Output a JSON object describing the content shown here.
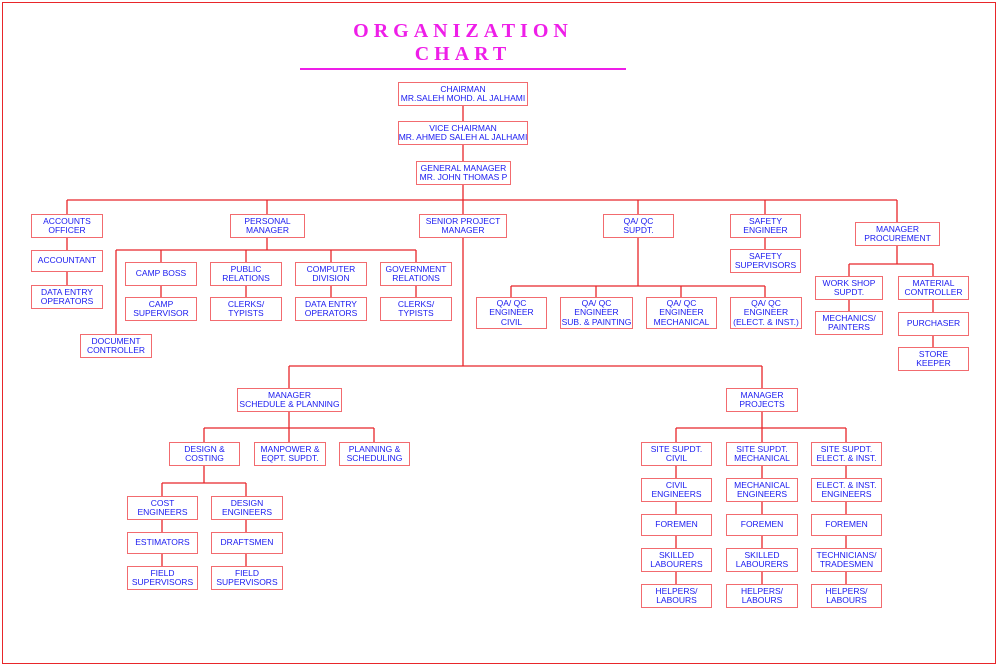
{
  "title": "ORGANIZATION CHART",
  "colors": {
    "title": "#ee1ee8",
    "line": "#e8262a",
    "box_border": "#f26b6f",
    "text": "#1a1af0"
  },
  "nodes": {
    "chairman": [
      "CHAIRMAN",
      "MR.SALEH MOHD. AL JALHAMI"
    ],
    "vice_chairman": [
      "VICE CHAIRMAN",
      "MR. AHMED SALEH AL JALHAMI"
    ],
    "general_manager": [
      "GENERAL MANAGER",
      "MR. JOHN THOMAS P"
    ],
    "accounts_officer": [
      "ACCOUNTS",
      "OFFICER"
    ],
    "accountant": [
      "ACCOUNTANT"
    ],
    "acc_data_entry": [
      "DATA ENTRY",
      "OPERATORS"
    ],
    "personal_manager": [
      "PERSONAL",
      "MANAGER"
    ],
    "camp_boss": [
      "CAMP BOSS"
    ],
    "camp_supervisor": [
      "CAMP",
      "SUPERVISOR"
    ],
    "public_relations": [
      "PUBLIC",
      "RELATIONS"
    ],
    "pr_clerks": [
      "CLERKS/",
      "TYPISTS"
    ],
    "computer_division": [
      "COMPUTER",
      "DIVISION"
    ],
    "cd_data_entry": [
      "DATA ENTRY",
      "OPERATORS"
    ],
    "government_relations": [
      "GOVERNMENT",
      "RELATIONS"
    ],
    "gr_clerks": [
      "CLERKS/",
      "TYPISTS"
    ],
    "document_controller": [
      "DOCUMENT",
      "CONTROLLER"
    ],
    "senior_project_manager": [
      "SENIOR PROJECT",
      "MANAGER"
    ],
    "qaqc_supdt": [
      "QA/ QC",
      "SUPDT."
    ],
    "qaqc_civil": [
      "QA/ QC",
      "ENGINEER",
      "CIVIL"
    ],
    "qaqc_painting": [
      "QA/ QC",
      "ENGINEER",
      "SUB. & PAINTING"
    ],
    "qaqc_mechanical": [
      "QA/ QC",
      "ENGINEER",
      "MECHANICAL"
    ],
    "qaqc_elect": [
      "QA/ QC",
      "ENGINEER",
      "(ELECT. & INST.)"
    ],
    "safety_engineer": [
      "SAFETY",
      "ENGINEER"
    ],
    "safety_supervisors": [
      "SAFETY",
      "SUPERVISORS"
    ],
    "manager_procurement": [
      "MANAGER",
      "PROCUREMENT"
    ],
    "workshop_supdt": [
      "WORK SHOP",
      "SUPDT."
    ],
    "mechanics": [
      "MECHANICS/",
      "PAINTERS"
    ],
    "material_controller": [
      "MATERIAL",
      "CONTROLLER"
    ],
    "purchaser": [
      "PURCHASER"
    ],
    "store_keeper": [
      "STORE",
      "KEEPER"
    ],
    "manager_sp": [
      "MANAGER",
      "SCHEDULE & PLANNING"
    ],
    "design_costing": [
      "DESIGN &",
      "COSTING"
    ],
    "manpower": [
      "MANPOWER &",
      "EQPT. SUPDT."
    ],
    "planning": [
      "PLANNING &",
      "SCHEDULING"
    ],
    "cost_engineers": [
      "COST",
      "ENGINEERS"
    ],
    "estimators": [
      "ESTIMATORS"
    ],
    "field_sup_1": [
      "FIELD",
      "SUPERVISORS"
    ],
    "design_engineers": [
      "DESIGN",
      "ENGINEERS"
    ],
    "draftsmen": [
      "DRAFTSMEN"
    ],
    "field_sup_2": [
      "FIELD",
      "SUPERVISORS"
    ],
    "manager_projects": [
      "MANAGER",
      "PROJECTS"
    ],
    "site_civil": [
      "SITE SUPDT.",
      "CIVIL"
    ],
    "civil_engineers": [
      "CIVIL",
      "ENGINEERS"
    ],
    "foremen_1": [
      "FOREMEN"
    ],
    "skilled_1": [
      "SKILLED",
      "LABOURERS"
    ],
    "helpers_1": [
      "HELPERS/",
      "LABOURS"
    ],
    "site_mech": [
      "SITE SUPDT.",
      "MECHANICAL"
    ],
    "mech_engineers": [
      "MECHANICAL",
      "ENGINEERS"
    ],
    "foremen_2": [
      "FOREMEN"
    ],
    "skilled_2": [
      "SKILLED",
      "LABOURERS"
    ],
    "helpers_2": [
      "HELPERS/",
      "LABOURS"
    ],
    "site_elect": [
      "SITE SUPDT.",
      "ELECT. & INST."
    ],
    "elect_engineers": [
      "ELECT. & INST.",
      "ENGINEERS"
    ],
    "foremen_3": [
      "FOREMEN"
    ],
    "technicians": [
      "TECHNICIANS/",
      "TRADESMEN"
    ],
    "helpers_3": [
      "HELPERS/",
      "LABOURS"
    ]
  }
}
